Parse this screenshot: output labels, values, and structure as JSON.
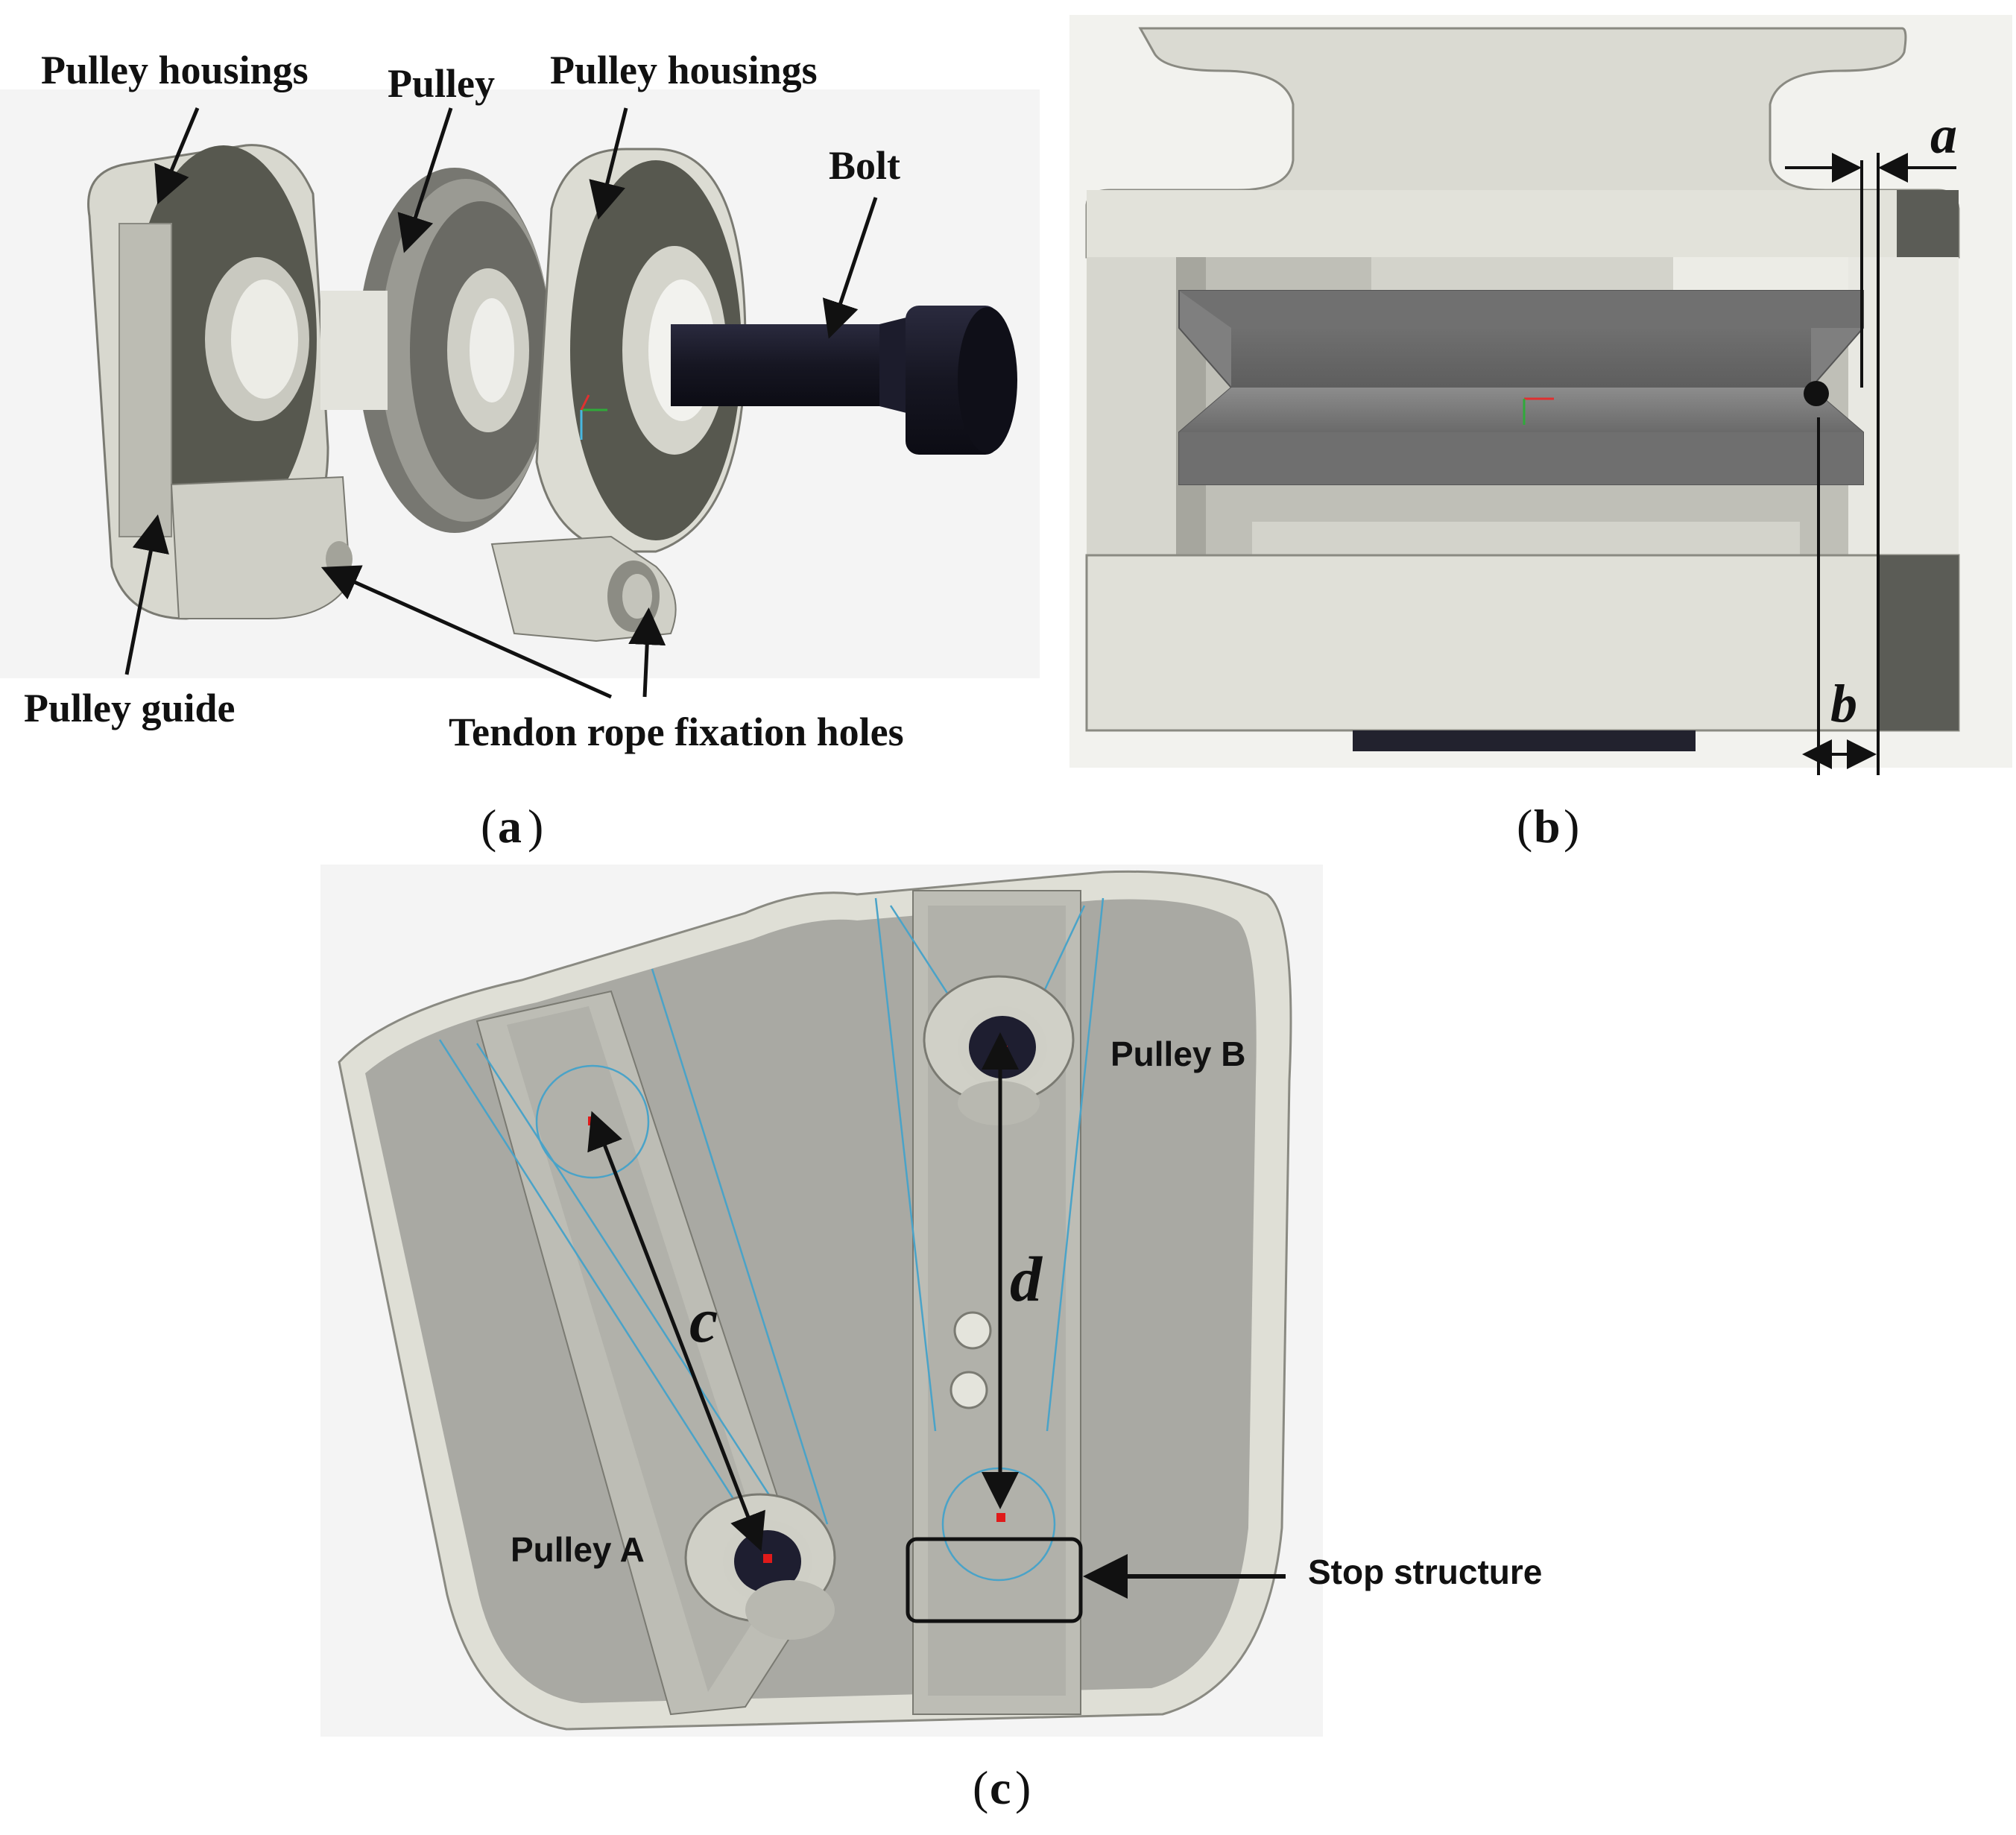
{
  "panel_a": {
    "labels": {
      "pulley_housings_left": "Pulley housings",
      "pulley": "Pulley",
      "pulley_housings_right": "Pulley housings",
      "bolt": "Bolt",
      "pulley_guide": "Pulley guide",
      "tendon_holes": "Tendon rope fixation holes"
    },
    "caption_letter": "a"
  },
  "panel_b": {
    "labels": {
      "dim_a": "a",
      "dim_b": "b"
    },
    "caption_letter": "b"
  },
  "panel_c": {
    "labels": {
      "pulley_a": "Pulley A",
      "pulley_b": "Pulley B",
      "stop_structure": "Stop structure",
      "dim_c": "c",
      "dim_d": "d"
    },
    "caption_letter": "c"
  },
  "colors": {
    "housing_light": "#dcdcd2",
    "housing_mid": "#c8c8be",
    "housing_dark": "#55564f",
    "pulley_grey": "#8a8a8a",
    "bolt_dark": "#1a1a2a",
    "plate_grey": "#a9a9a3",
    "rope_blue": "#4aa3c8",
    "marker_red": "#e01a1a"
  }
}
